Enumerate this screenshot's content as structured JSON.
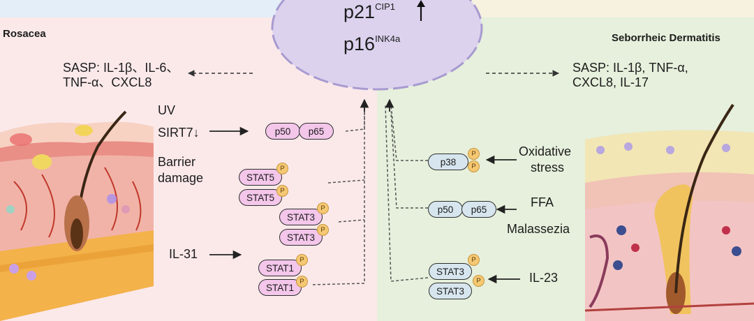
{
  "center": {
    "p21": "p21",
    "p21_sup": "CIP1",
    "p16": "p16",
    "p16_sup": "INK4a"
  },
  "rosacea": {
    "title": "Rosacea",
    "sasp_line1": "SASP: IL-1β、IL-6、",
    "sasp_line2": "TNF-α、CXCL8",
    "triggers": {
      "uv": "UV",
      "sirt7": "SIRT7↓",
      "barrier1": "Barrier",
      "barrier2": "damage",
      "il31": "IL-31"
    },
    "proteins": {
      "p50": "p50",
      "p65": "p65",
      "stat5": "STAT5",
      "stat3": "STAT3",
      "stat1": "STAT1"
    }
  },
  "seb": {
    "title": "Seborrheic Dermatitis",
    "sasp_line1": "SASP: IL-1β, TNF-α,",
    "sasp_line2": "CXCL8, IL-17",
    "triggers": {
      "ox1": "Oxidative",
      "ox2": "stress",
      "ffa": "FFA",
      "malassezia": "Malassezia",
      "il23": "IL-23"
    },
    "proteins": {
      "p38": "p38",
      "p50": "p50",
      "p65": "p65",
      "stat3": "STAT3"
    }
  },
  "phospho": "P",
  "colors": {
    "rosacea_bg": "#fbe9ea",
    "seb_bg": "#e6f0dc",
    "top_left_bg": "#e4eef8",
    "top_right_bg": "#f6f2df",
    "nucleus": "#dcd2ee",
    "pink_protein": "#f3c6ea",
    "blue_protein": "#d7e6ee",
    "phospho": "#f5c874"
  },
  "icons": [
    "skin-rosacea-illustration",
    "skin-seborrheic-illustration",
    "nucleus-icon"
  ]
}
